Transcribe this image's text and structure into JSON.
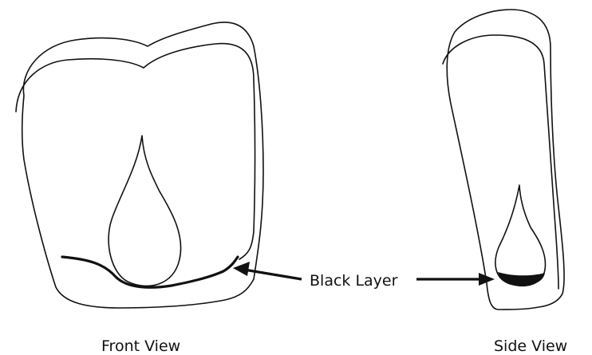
{
  "diagram": {
    "black_layer_label": "Black Layer",
    "front_view_label": "Front View",
    "side_view_label": "Side View"
  }
}
